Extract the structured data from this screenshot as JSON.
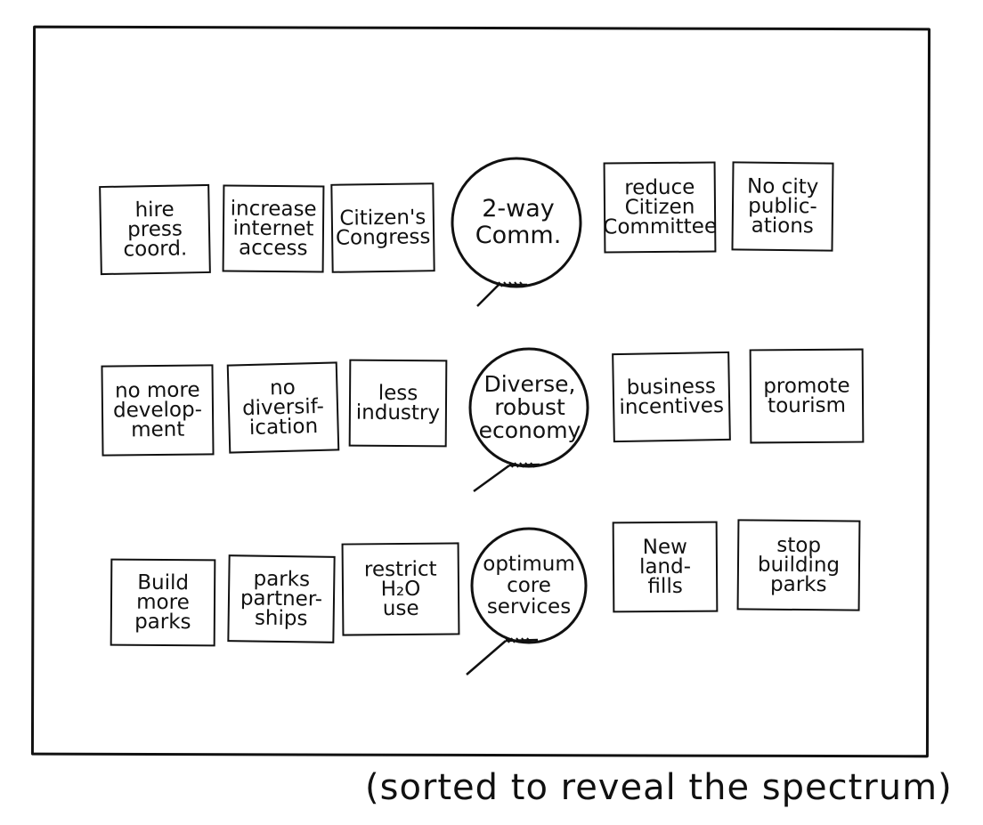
{
  "rows": [
    {
      "cards_left": [
        "hire\npress\ncoord.",
        "increase\ninternet\naccess",
        "Citizen's\nCongress"
      ],
      "theme": "2-way\nComm.",
      "cards_right": [
        "reduce\nCitizen\nCommittee",
        "No city\npublic-\nations"
      ]
    },
    {
      "cards_left": [
        "no more\ndevelop-\nment",
        "no\ndiversif-\nication",
        "less\nindustry"
      ],
      "theme": "Diverse,\nrobust\neconomy",
      "cards_right": [
        "business\nincentives",
        "promote\ntourism"
      ]
    },
    {
      "cards_left": [
        "Build\nmore\nparks",
        "parks\npartner-\nships",
        "restrict\nH₂O\nuse"
      ],
      "theme": "optimum\ncore\nservices",
      "cards_right": [
        "New\nland-\nfills",
        "stop\nbuilding\nparks"
      ]
    }
  ],
  "caption": "(sorted to reveal the spectrum)"
}
